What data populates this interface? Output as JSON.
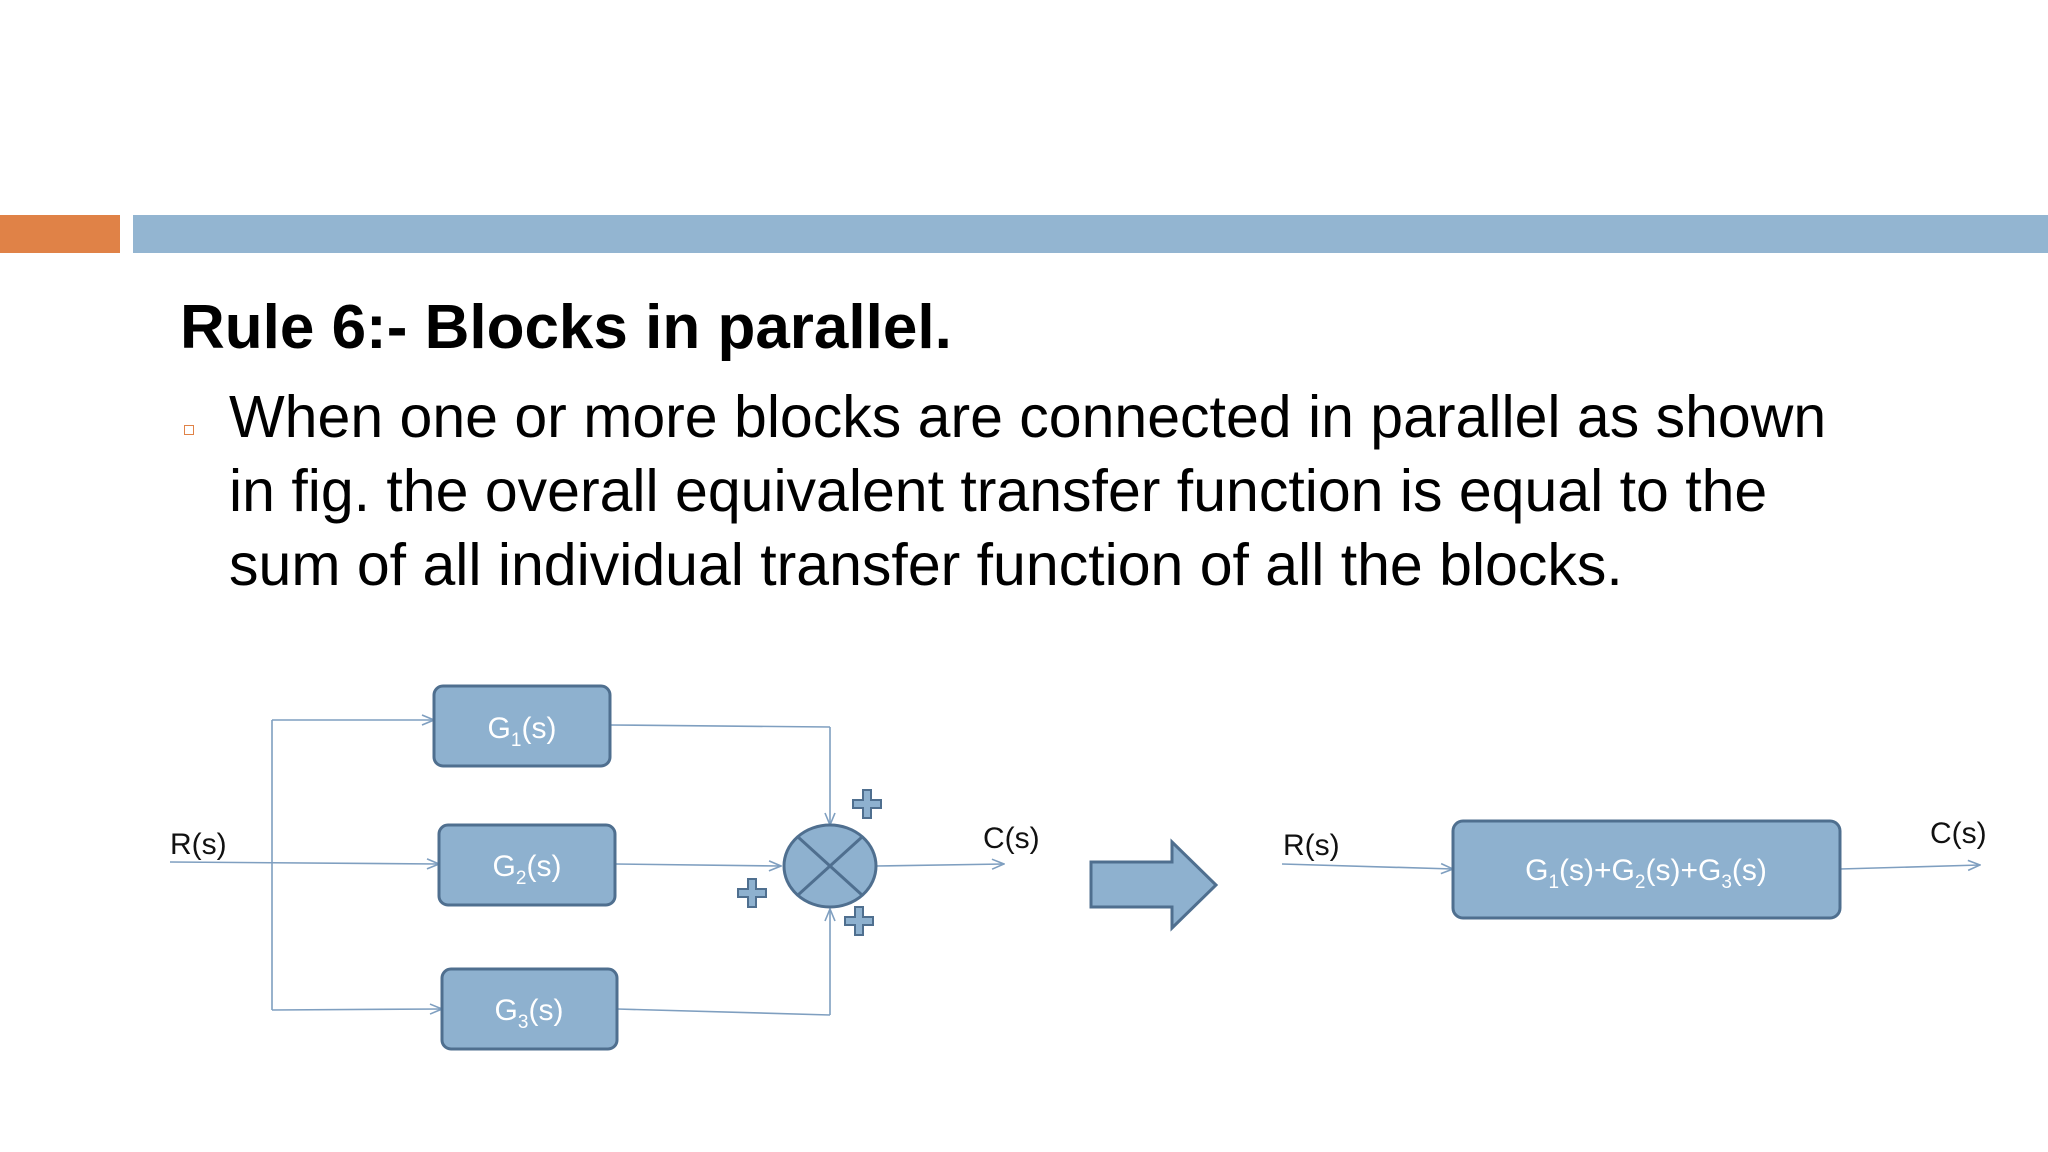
{
  "slide": {
    "title": "Rule 6:- Blocks in parallel.",
    "bullet_lines": [
      "When one or more blocks are connected in parallel as shown",
      "in fig. the overall equivalent transfer function is equal to the",
      "sum of all individual transfer function of all the blocks."
    ]
  },
  "diagram": {
    "input_label": "R(s)",
    "output_label": "C(s)",
    "blocks": [
      {
        "g": "G",
        "sub": "1",
        "arg": "(s)"
      },
      {
        "g": "G",
        "sub": "2",
        "arg": "(s)"
      },
      {
        "g": "G",
        "sub": "3",
        "arg": "(s)"
      }
    ],
    "summing_signs": [
      "+",
      "+",
      "+"
    ],
    "equivalent": {
      "input_label": "R(s)",
      "output_label": "C(s)",
      "terms": [
        {
          "g": "G",
          "sub": "1",
          "arg": "(s)",
          "join": "+"
        },
        {
          "g": "G",
          "sub": "2",
          "arg": "(s)",
          "join": "+"
        },
        {
          "g": "G",
          "sub": "3",
          "arg": "(s)",
          "join": ""
        }
      ]
    }
  },
  "colors": {
    "accent": "#e08247",
    "header_bar": "#93b5d1",
    "block_fill": "#8eb1cf",
    "block_stroke": "#4f6f8f",
    "line": "#7f9fc0"
  }
}
